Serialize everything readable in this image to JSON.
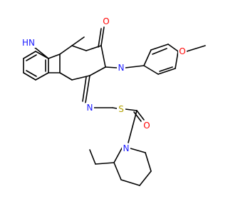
{
  "colors": {
    "carbon": "#000000",
    "nitrogen": "#1a1aff",
    "oxygen": "#ff0000",
    "sulfur": "#b2a100",
    "background": "#ffffff"
  },
  "atoms": [
    {
      "id": "NH",
      "label": "H​N",
      "display": "HN"
    },
    {
      "id": "O1",
      "label": "O"
    },
    {
      "id": "N3",
      "label": "N"
    },
    {
      "id": "N1",
      "label": "N"
    },
    {
      "id": "S",
      "label": "S"
    },
    {
      "id": "O2",
      "label": "O"
    },
    {
      "id": "O3",
      "label": "O"
    },
    {
      "id": "N4",
      "label": "N"
    }
  ]
}
